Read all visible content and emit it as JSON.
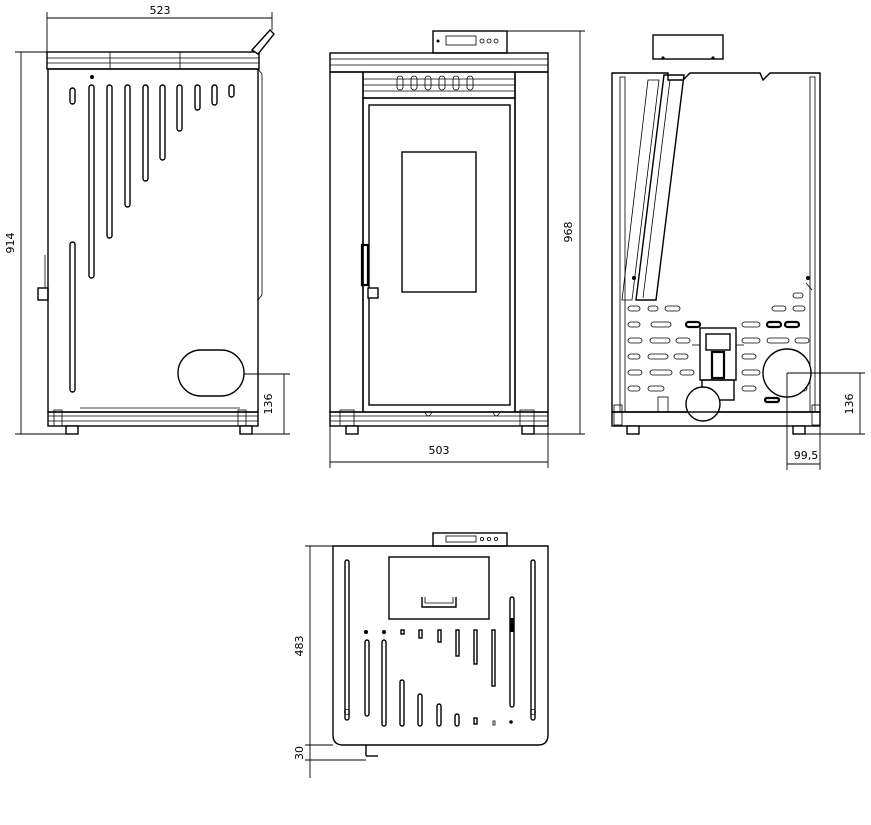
{
  "dimensions": {
    "side_width": "523",
    "side_height": "914",
    "side_flue_height": "136",
    "front_height": "968",
    "front_width": "503",
    "rear_flue_height": "136",
    "rear_flue_offset": "99,5",
    "top_depth": "483",
    "top_overhang": "30"
  },
  "colors": {
    "line": "#000000",
    "background": "#ffffff"
  }
}
